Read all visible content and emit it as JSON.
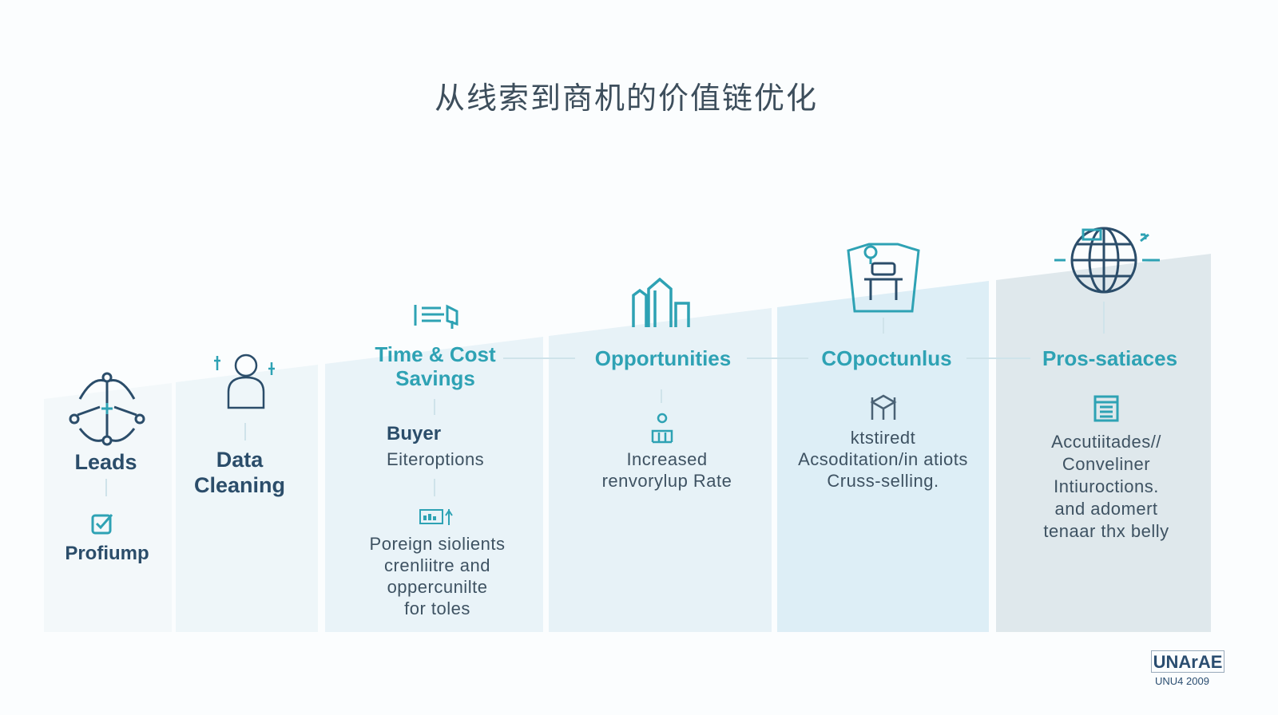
{
  "title": "从线索到商机的价值链优化",
  "columns": [
    {
      "heading": "Leads",
      "sub_icon": "checkbox-icon",
      "sub_label": "Profiump",
      "icon": "network-icon"
    },
    {
      "heading": "Data Cleaning",
      "icon": "person-icon"
    },
    {
      "heading_line1": "Time & Cost",
      "heading_line2": "Savings",
      "label": "Buyer",
      "desc": "Eiteroptions",
      "icon": "megaphone-icon",
      "sub_icon": "chart-panel-icon",
      "body": [
        "Poreign siolients",
        "crenliitre and",
        "oppercunilte",
        "for toles"
      ]
    },
    {
      "heading": "Opportunities",
      "icon": "buildings-icon",
      "sub_icon": "person-desk-icon",
      "body": [
        "Increased",
        "renvorylup Rate"
      ]
    },
    {
      "heading": "COpoctunlus",
      "icon": "presentation-icon",
      "sub_icon": "cube-icon",
      "body": [
        "ktstiredt",
        "Acsoditation/in atiots",
        "Cruss-selling."
      ]
    },
    {
      "heading": "Pros-satiaces",
      "icon": "globe-icon",
      "sub_icon": "document-icon",
      "body": [
        "Accutiitades//",
        "Conveliner",
        "Intiuroctions.",
        "and adomert",
        "tenaar thx belly"
      ]
    }
  ],
  "logo": {
    "text": "UNArAE",
    "sub": "UNU4 2009"
  },
  "colors": {
    "teal": "#2ea2b4",
    "navy": "#2b4d6a"
  }
}
